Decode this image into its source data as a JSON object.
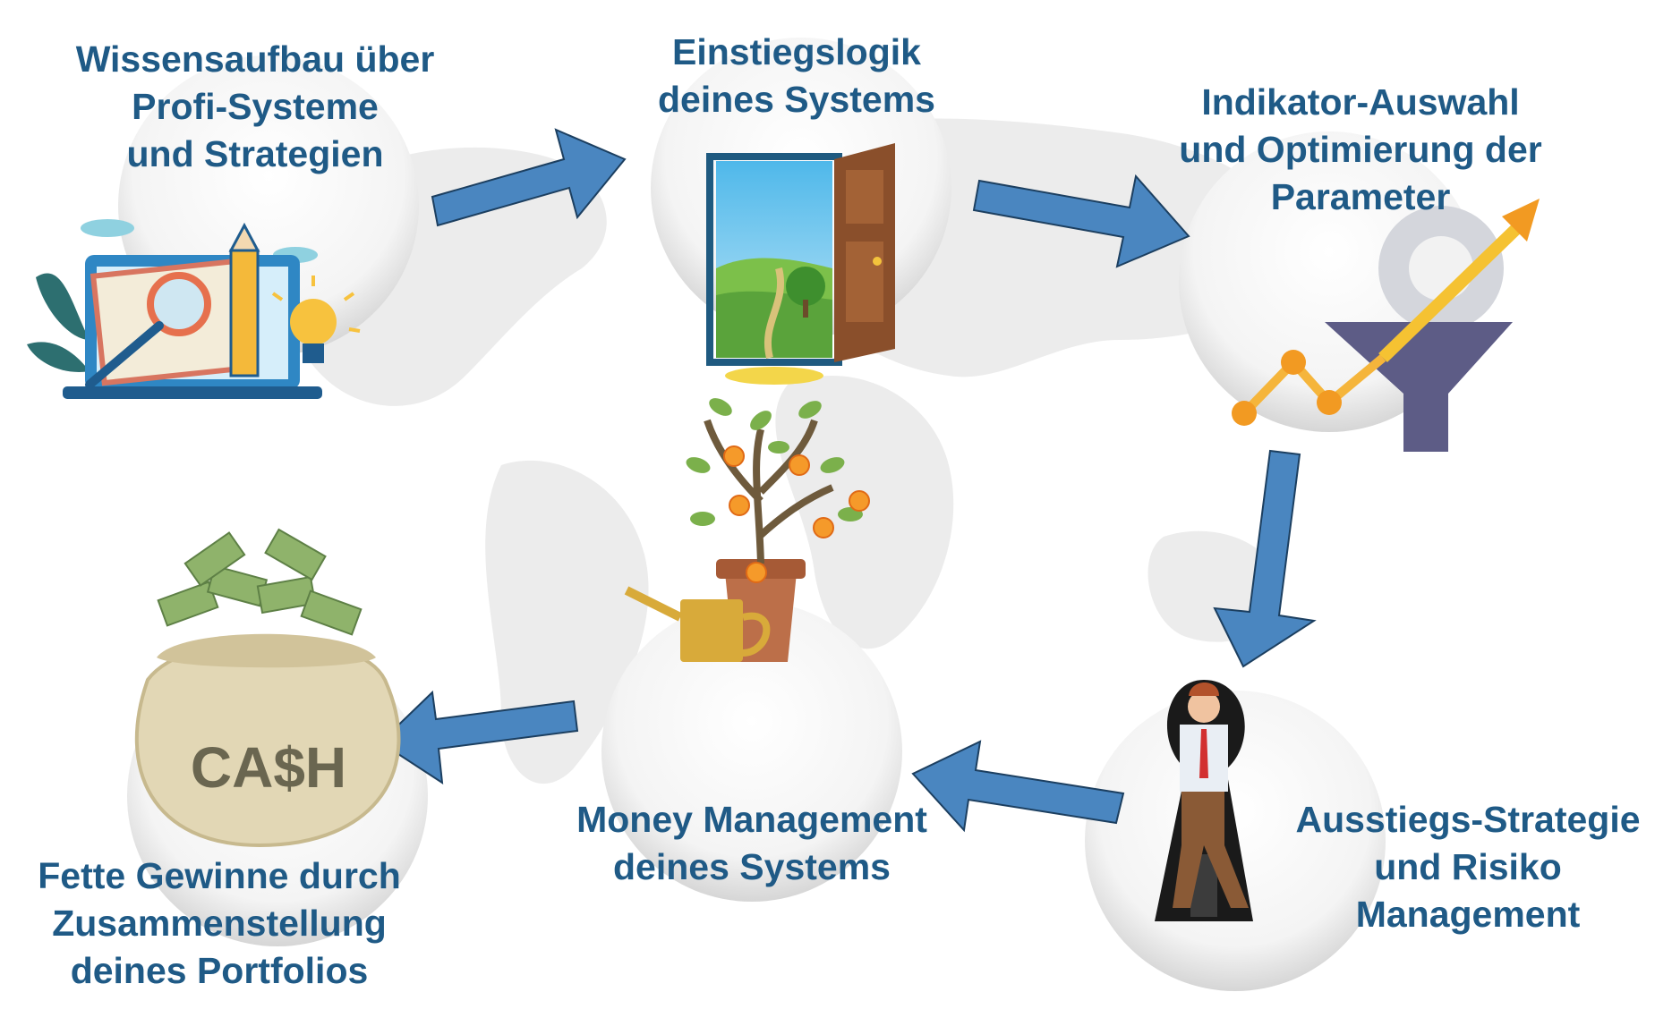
{
  "steps": [
    {
      "label": "Wissensaufbau über\nProfi-Systeme\nund Strategien",
      "icon": "laptop-notebook-icon"
    },
    {
      "label": "Einstiegslogik\ndeines Systems",
      "icon": "open-door-icon"
    },
    {
      "label": "Indikator-Auswahl\nund Optimierung der\nParameter",
      "icon": "funnel-gear-chart-icon"
    },
    {
      "label": "Ausstiegs-Strategie\nund Risiko\nManagement",
      "icon": "keyhole-businessman-icon"
    },
    {
      "label": "Money Management\ndeines Systems",
      "icon": "money-tree-icon"
    },
    {
      "label": "Fette Gewinne durch\nZusammenstellung\ndeines Portfolios",
      "icon": "cash-bag-icon"
    }
  ],
  "cash_bag_text": "CA$H",
  "colors": {
    "label_text": "#1f5a86",
    "arrow_fill": "#4a86c0",
    "arrow_stroke": "#1c3f60",
    "circle": "#efefef"
  }
}
